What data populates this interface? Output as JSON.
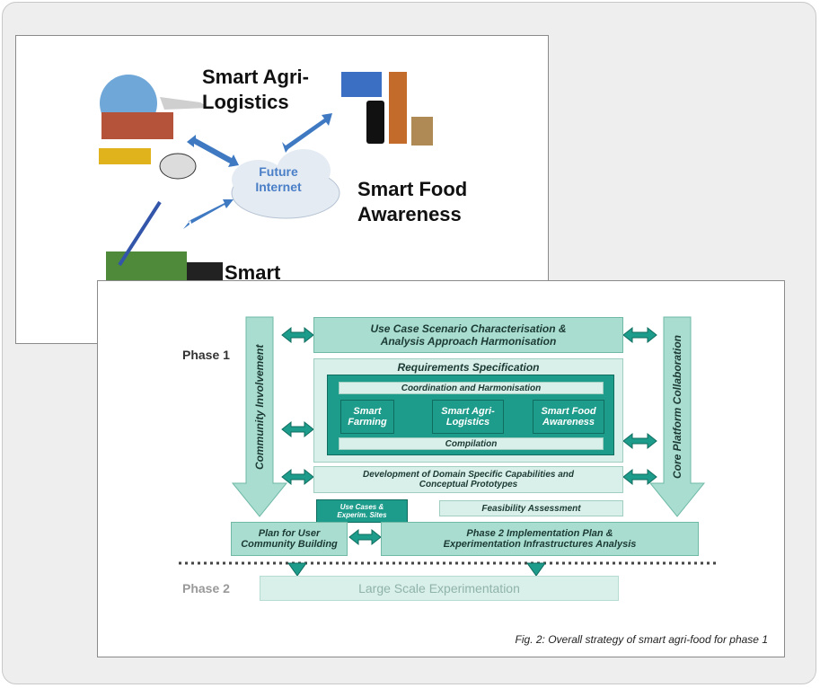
{
  "top_image": {
    "agri_logistics": [
      "Smart Agri-",
      "Logistics"
    ],
    "food_awareness": [
      "Smart Food",
      "Awareness"
    ],
    "cloud": [
      "Future",
      "Internet"
    ],
    "farming_partial": "Smart"
  },
  "figure": {
    "phase1": "Phase 1",
    "phase2": "Phase 2",
    "community": "Community Involvement",
    "core": "Core Platform Collaboration",
    "use_case": [
      "Use Case Scenario Characterisation &",
      "Analysis Approach Harmonisation"
    ],
    "requirements": "Requirements Specification",
    "coordination": "Coordination and Harmonisation",
    "smart_farming": [
      "Smart",
      "Farming"
    ],
    "smart_agri": [
      "Smart Agri-",
      "Logistics"
    ],
    "smart_food": [
      "Smart Food",
      "Awareness"
    ],
    "compilation": "Compilation",
    "development": [
      "Development of Domain Specific Capabilities and",
      "Conceptual Prototypes"
    ],
    "sites": [
      "Use Cases &",
      "Experim. Sites"
    ],
    "feasibility": "Feasibility Assessment",
    "plan_user": [
      "Plan for User",
      "Community Building"
    ],
    "phase2_plan": [
      "Phase 2 Implementation Plan &",
      "Experimentation Infrastructures Analysis"
    ],
    "large_scale": "Large Scale Experimentation",
    "caption": "Fig. 2: Overall strategy of smart agri-food for phase 1"
  },
  "colors": {
    "teal": "#1e9c8b",
    "light_teal": "#a9ddd0",
    "pale_teal": "#d9efe9",
    "cloud_text": "#4a7fc8"
  }
}
